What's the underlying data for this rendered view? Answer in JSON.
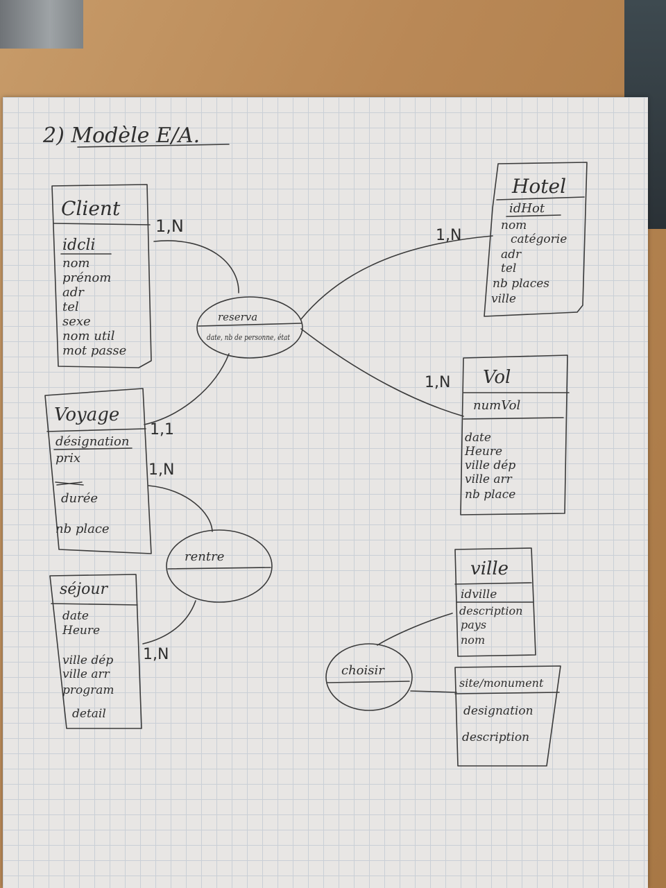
{
  "title": "2) Modèle E/A.",
  "entities": {
    "client": {
      "name": "Client",
      "key": "idcli",
      "attributes": [
        "nom",
        "prénom",
        "adr",
        "tel",
        "sexe",
        "nom util",
        "mot passe"
      ]
    },
    "voyage": {
      "name": "Voyage",
      "key": "désignation",
      "attributes": [
        "prix",
        "durée",
        "nb place"
      ]
    },
    "sejour": {
      "name": "séjour",
      "attributes": [
        "date",
        "Heure",
        "ville dép",
        "ville arr",
        "program",
        "detail"
      ]
    },
    "hotel": {
      "name": "Hotel",
      "key": "idHot",
      "attributes": [
        "nom",
        "catégorie",
        "adr",
        "tel",
        "nb places",
        "ville"
      ]
    },
    "vol": {
      "name": "Vol",
      "key": "numVol",
      "attributes": [
        "date",
        "Heure",
        "ville dép",
        "ville arr",
        "nb place"
      ]
    },
    "ville": {
      "name": "ville",
      "key": "idville",
      "attributes": [
        "description",
        "pays",
        "nom"
      ]
    },
    "site": {
      "name": "site/monument",
      "attributes": [
        "designation",
        "description"
      ]
    }
  },
  "relations": {
    "reserva": {
      "name": "reserva",
      "attributes": "date, nb de personne, état"
    },
    "rentre": {
      "name": "rentre"
    },
    "choisir": {
      "name": "choisir"
    }
  },
  "cardinalities": {
    "client_reserva": "1,N",
    "hotel_reserva": "1,N",
    "vol_reserva": "1,N",
    "voyage_reserva": "1,1",
    "voyage_rentre": "1,N",
    "sejour_rentre": "1,N"
  }
}
